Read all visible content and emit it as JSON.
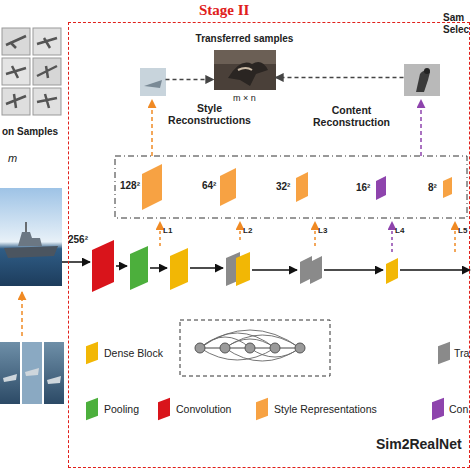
{
  "diagram": {
    "nodes": [
      {
        "text": [
          "Stage II"
        ]
      },
      {
        "text": [
          "Transferred samples",
          "m × n"
        ],
        "in": 0
      },
      {
        "text": [
          "Style Reconstructions"
        ],
        "in": 0
      },
      {
        "text": [
          "Content Reconstruction"
        ],
        "in": 0
      }
    ],
    "edges": [
      {
        "from": 2,
        "to": 1,
        "arrow": "to"
      },
      {
        "from": 3,
        "to": 1,
        "arrow": "to"
      }
    ],
    "labels": [
      "Sam Selec",
      "on Samples",
      "m",
      "128²",
      "64²",
      "32²",
      "16²",
      "8²",
      "256²",
      "L1",
      "L2",
      "L3",
      "L4",
      "L5",
      "Sim2RealNet"
    ],
    "legend": [
      {
        "text": "Dense Block",
        "color": "#f2b705"
      },
      {
        "text": "Tra",
        "color": "#8a8a8a"
      },
      {
        "text": "Pooling",
        "color": "#4caf3c"
      },
      {
        "text": "Convolution",
        "color": "#d9141b"
      },
      {
        "text": "Style Representations",
        "color": "#f7a243"
      },
      {
        "text": "Con",
        "color": "#8e44ad"
      }
    ]
  }
}
